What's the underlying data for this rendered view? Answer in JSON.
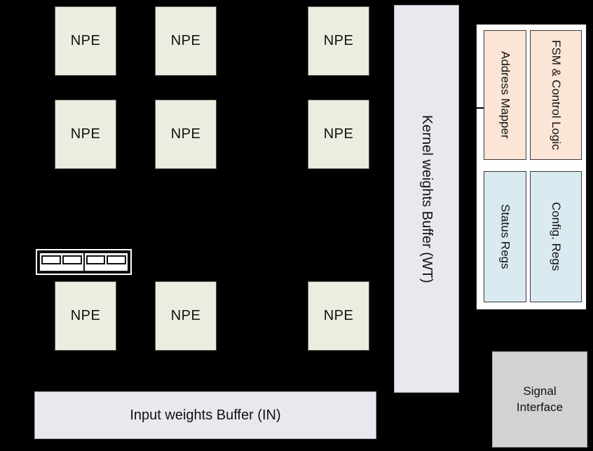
{
  "diagram": {
    "npe_label": "NPE",
    "kernel_buffer_label": "Kernel weights Buffer (WT)",
    "input_buffer_label": "Input weights Buffer (IN)",
    "control_panel": {
      "address_mapper_label": "Address Mapper",
      "fsm_control_label": "FSM & Control Logic",
      "status_regs_label": "Status Regs",
      "config_regs_label": "Config. Regs"
    },
    "signal_interface_label": "Signal Interface"
  },
  "colors": {
    "background": "#000000",
    "npe_fill": "#e9eee0",
    "buffer_fill": "#eae8ef",
    "control_fill": "#fbe5d6",
    "regs_fill": "#d9eaf1",
    "panel_fill": "#ffffff",
    "signal_fill": "#d2d2d2"
  }
}
